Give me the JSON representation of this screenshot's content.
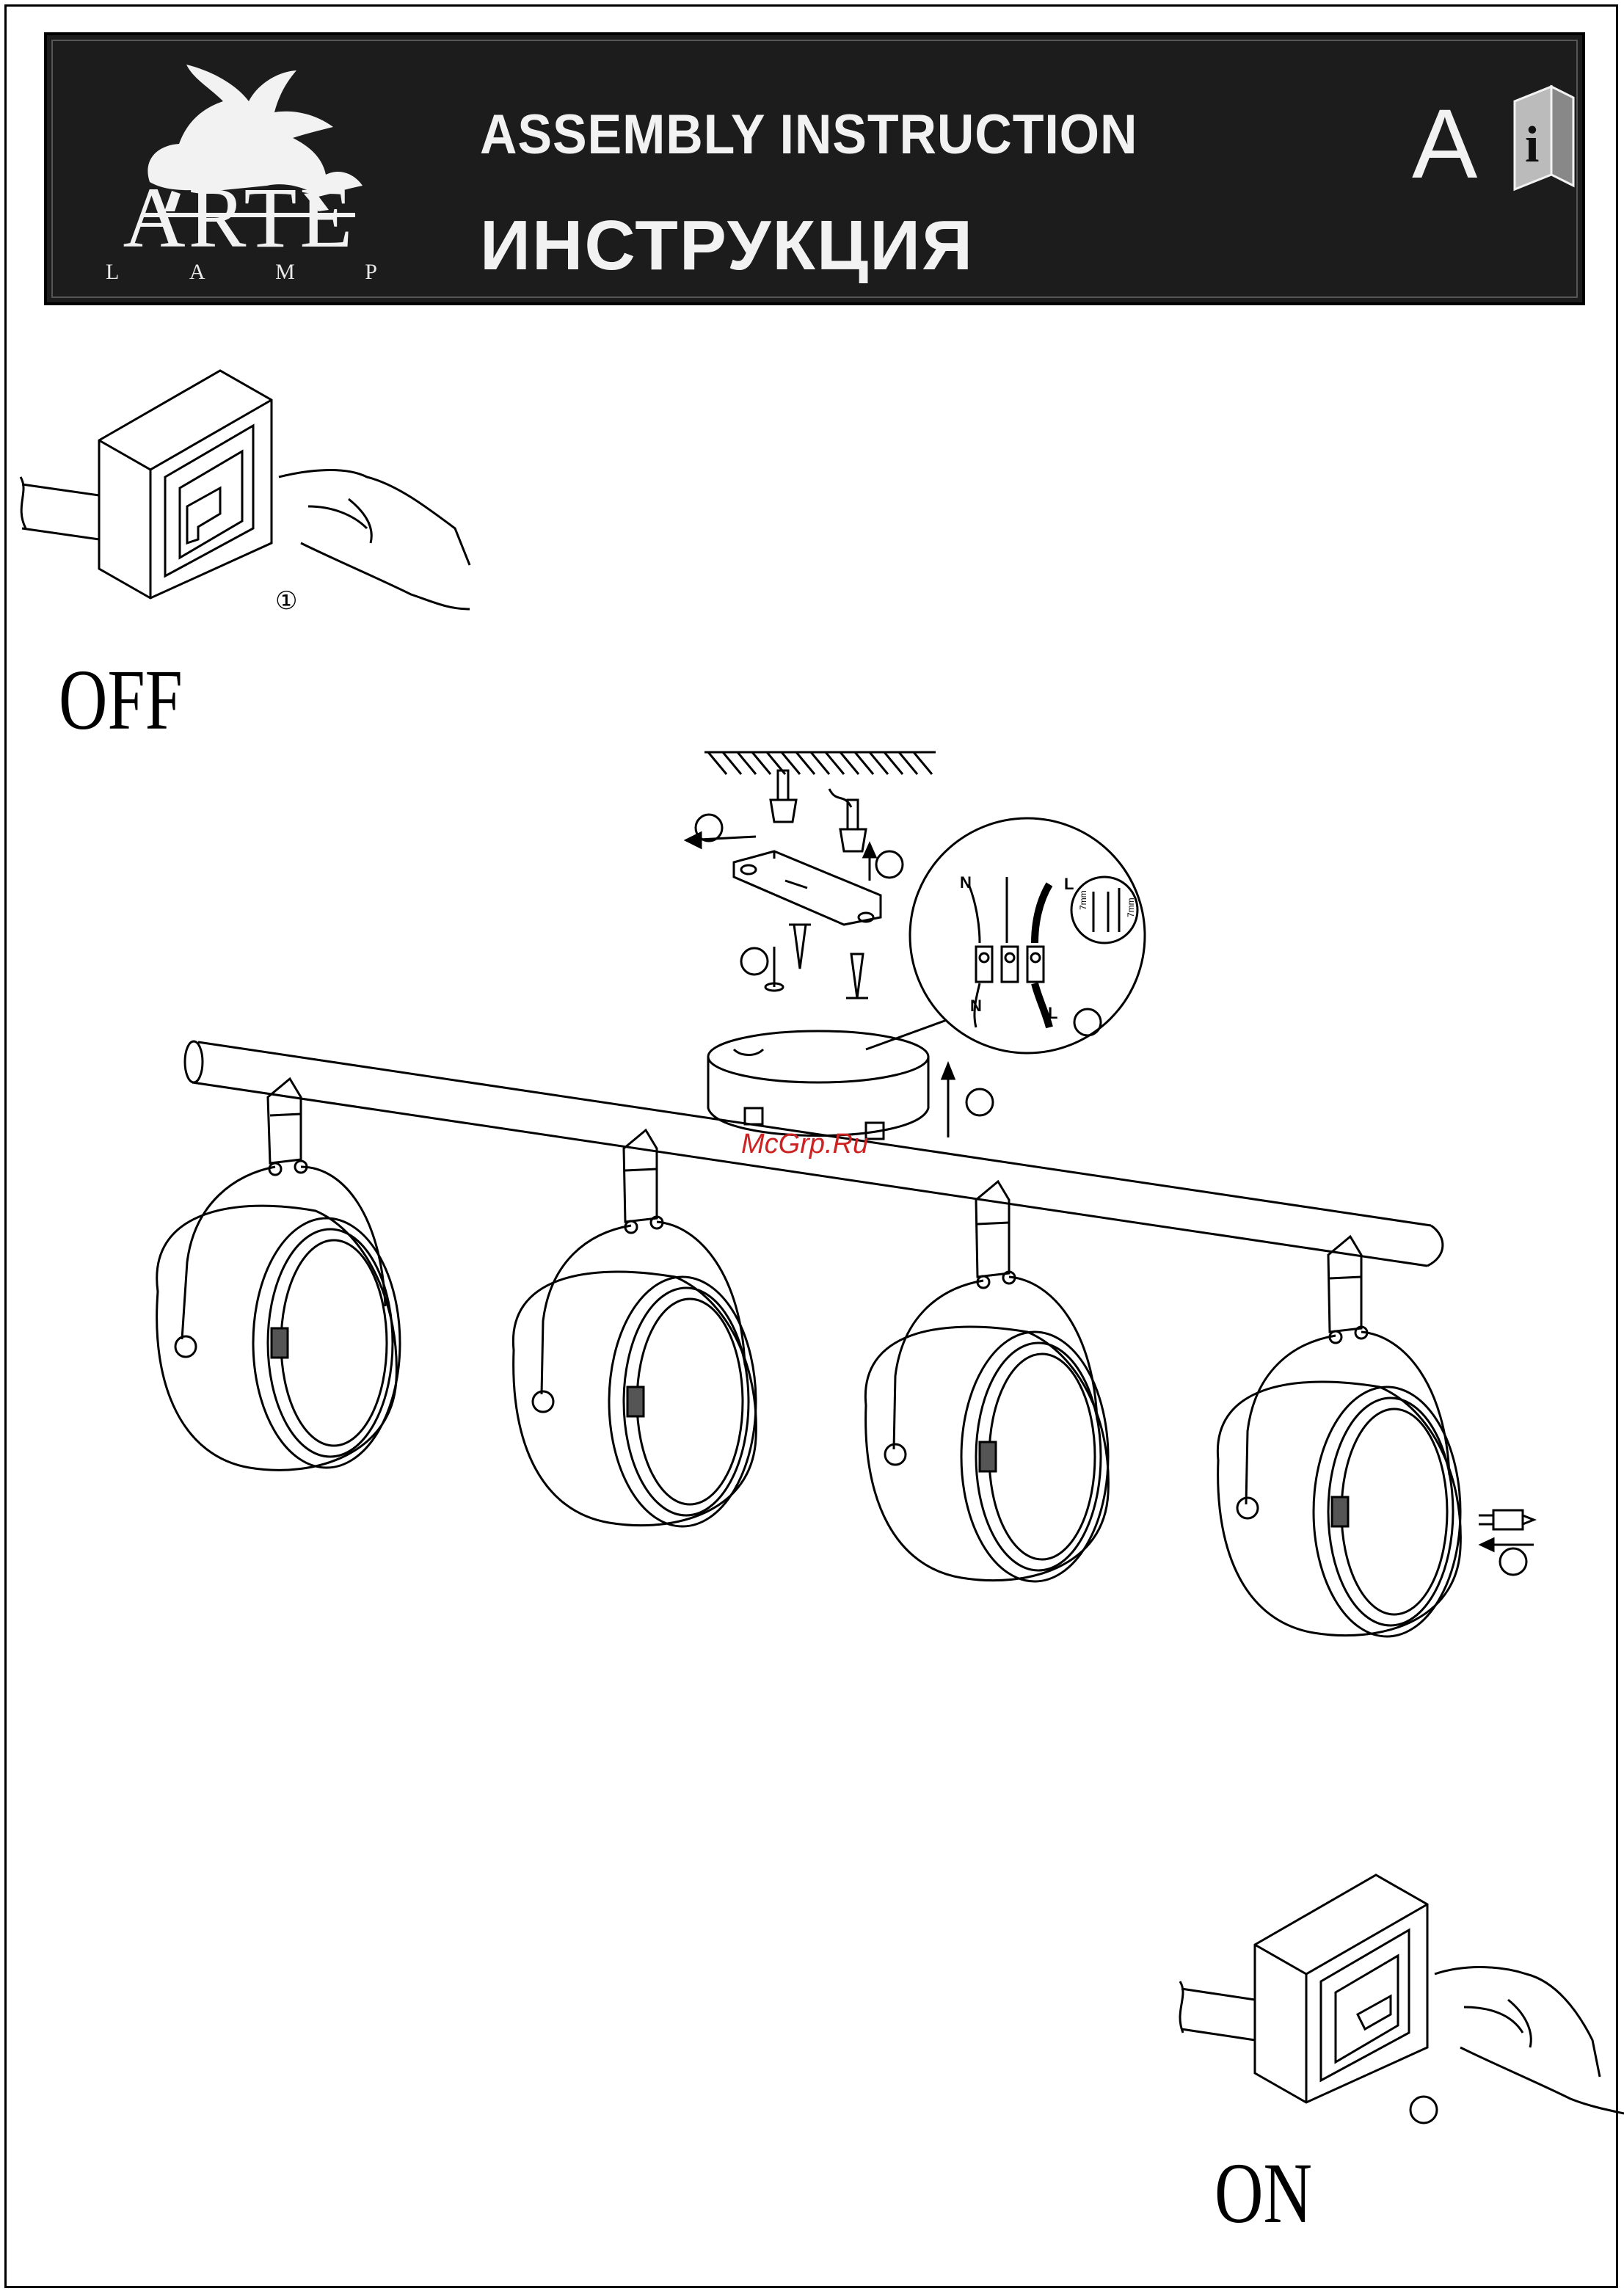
{
  "header": {
    "brand_name": "ARTE",
    "brand_sub": [
      "L",
      "A",
      "M",
      "P"
    ],
    "title_en": "ASSEMBLY INSTRUCTION",
    "title_ru": "ИНСТРУКЦИЯ",
    "lang_letter": "A",
    "info_letter": "i"
  },
  "steps": {
    "switch_off_number": "①",
    "switch_off_label": "OFF",
    "switch_on_label": "ON"
  },
  "wiring": {
    "neutral_top": "N",
    "live_top": "L",
    "neutral_bottom": "N",
    "live_bottom": "L",
    "strip_length_1": "7mm",
    "strip_length_2": "7mm"
  },
  "watermark": "McGrp.Ru",
  "colors": {
    "header_bg": "#1c1c1c",
    "header_text": "#f2f2f2",
    "line": "#000000",
    "watermark": "#cc2222"
  }
}
